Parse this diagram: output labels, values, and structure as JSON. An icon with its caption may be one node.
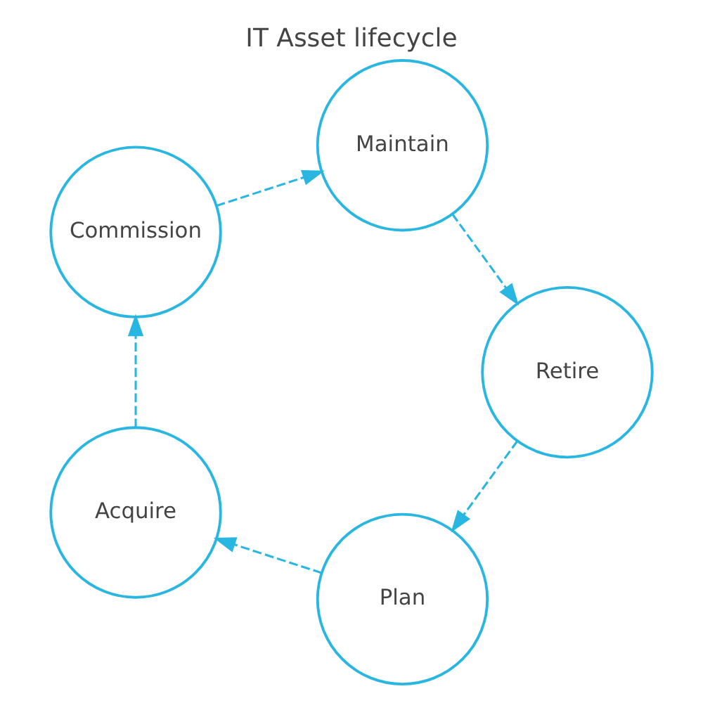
{
  "diagram": {
    "title": "IT Asset lifecycle",
    "nodes": [
      {
        "text": [
          "Plan"
        ]
      },
      {
        "text": [
          "Acquire"
        ]
      },
      {
        "text": [
          "Commission"
        ]
      },
      {
        "text": [
          "Maintain"
        ]
      },
      {
        "text": [
          "Retire"
        ]
      }
    ],
    "edges": [
      {
        "from": 0,
        "to": 1,
        "arrow": "to",
        "style": "dashed"
      },
      {
        "from": 1,
        "to": 2,
        "arrow": "to",
        "style": "dashed"
      },
      {
        "from": 2,
        "to": 3,
        "arrow": "to",
        "style": "dashed"
      },
      {
        "from": 3,
        "to": 4,
        "arrow": "to",
        "style": "dashed"
      },
      {
        "from": 4,
        "to": 0,
        "arrow": "to",
        "style": "dashed"
      }
    ]
  }
}
